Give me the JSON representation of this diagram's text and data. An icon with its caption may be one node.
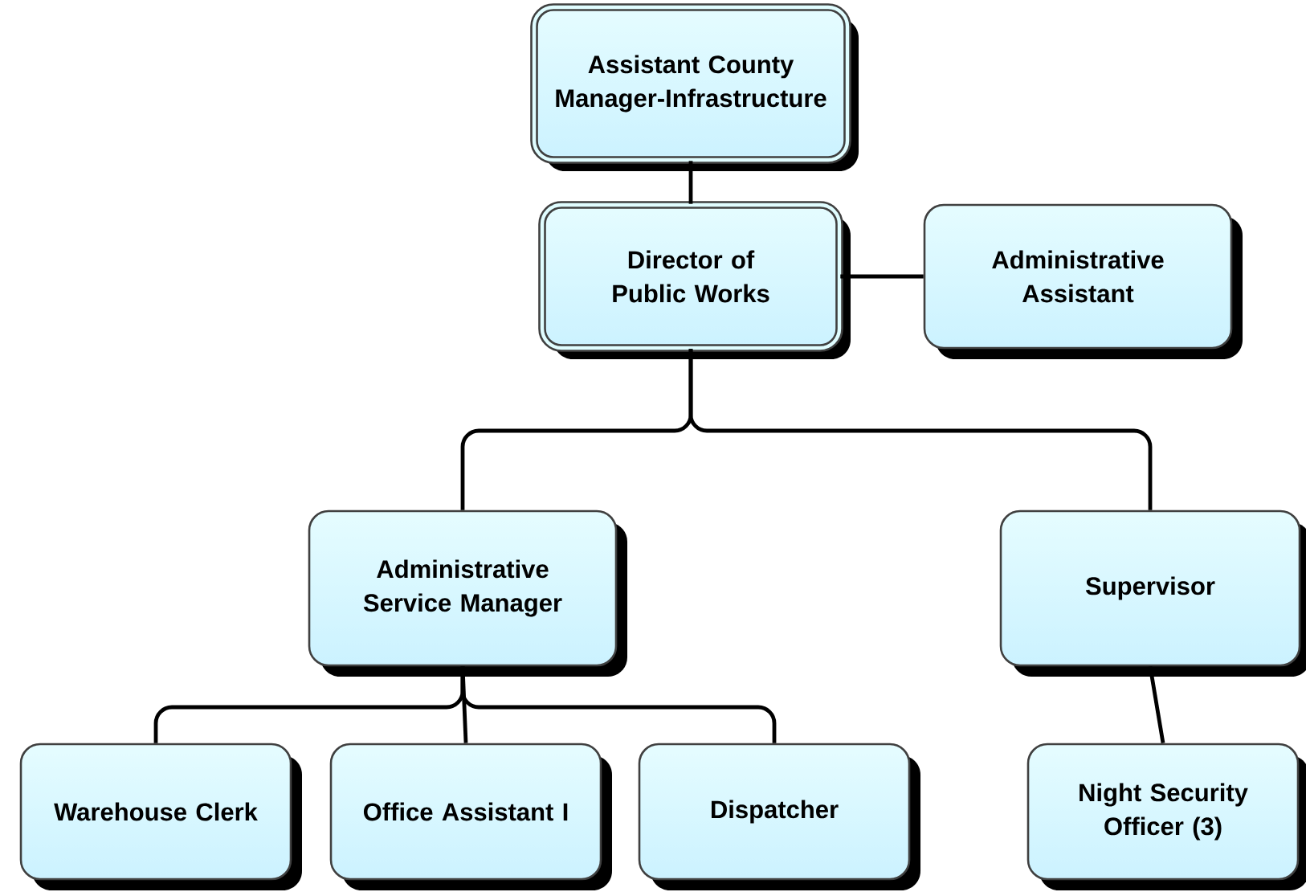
{
  "diagram": {
    "nodes": [
      {
        "text": [
          "Assistant County Manager-Infrastructure"
        ]
      },
      {
        "text": [
          "Director of Public Works"
        ]
      },
      {
        "text": [
          "Administrative Assistant"
        ]
      },
      {
        "text": [
          "Administrative Service Manager"
        ]
      },
      {
        "text": [
          "Supervisor"
        ]
      },
      {
        "text": [
          "Warehouse Clerk"
        ]
      },
      {
        "text": [
          "Office Assistant I"
        ]
      },
      {
        "text": [
          "Dispatcher"
        ]
      },
      {
        "text": [
          "Night Security Officer (3)"
        ]
      }
    ],
    "edges": [
      {
        "from": 0,
        "to": 1,
        "arrow": "none"
      },
      {
        "from": 1,
        "to": 2,
        "arrow": "none"
      },
      {
        "from": 1,
        "to": 3,
        "arrow": "none"
      },
      {
        "from": 1,
        "to": 4,
        "arrow": "none"
      },
      {
        "from": 3,
        "to": 5,
        "arrow": "none"
      },
      {
        "from": 3,
        "to": 6,
        "arrow": "none"
      },
      {
        "from": 3,
        "to": 7,
        "arrow": "none"
      },
      {
        "from": 4,
        "to": 8,
        "arrow": "none"
      }
    ]
  }
}
